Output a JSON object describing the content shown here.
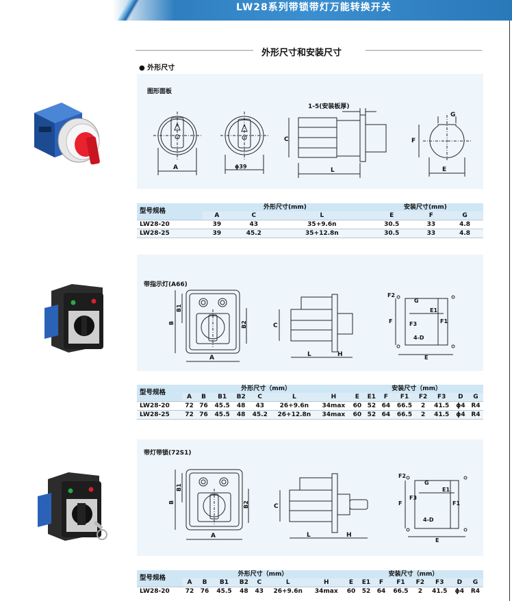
{
  "banner": {
    "title": "LW28系列带锁带灯万能转换开关"
  },
  "section": {
    "title": "外形尺寸和安装尺寸",
    "subtitle": "● 外形尺寸"
  },
  "panels": {
    "p1": {
      "label": "图形面板",
      "dims": [
        "1-5(安装板厚)",
        "G",
        "C",
        "F",
        "A",
        "ϕ39",
        "L",
        "E"
      ]
    },
    "p2": {
      "label": "带指示灯(A66)",
      "dims": [
        "B1",
        "B",
        "B2",
        "A",
        "C",
        "L",
        "H",
        "F2",
        "G",
        "E1",
        "F3",
        "F",
        "F1",
        "4-D",
        "E"
      ]
    },
    "p3": {
      "label": "带灯带锁(72S1)",
      "dims": [
        "B1",
        "B",
        "B2",
        "A",
        "C",
        "L",
        "H",
        "F2",
        "G",
        "E1",
        "F3",
        "F",
        "F1",
        "4-D",
        "E"
      ]
    }
  },
  "table1": {
    "model_header": "型号规格",
    "group1": "外形尺寸(mm)",
    "group2": "安装尺寸(mm)",
    "cols": [
      "A",
      "C",
      "L",
      "E",
      "F",
      "G"
    ],
    "rows": [
      [
        "LW28-20",
        "39",
        "43",
        "35+9.6n",
        "30.5",
        "33",
        "4.8"
      ],
      [
        "LW28-25",
        "39",
        "45.2",
        "35+12.8n",
        "30.5",
        "33",
        "4.8"
      ]
    ]
  },
  "table2": {
    "model_header": "型号规格",
    "group1": "外形尺寸（mm）",
    "group2": "安装尺寸（mm）",
    "cols": [
      "A",
      "B",
      "B1",
      "B2",
      "C",
      "L",
      "H",
      "E",
      "E1",
      "F",
      "F1",
      "F2",
      "F3",
      "D",
      "G"
    ],
    "rows": [
      [
        "LW28-20",
        "72",
        "76",
        "45.5",
        "48",
        "43",
        "26+9.6n",
        "34max",
        "60",
        "52",
        "64",
        "66.5",
        "2",
        "41.5",
        "ϕ4",
        "R4"
      ],
      [
        "LW28-25",
        "72",
        "76",
        "45.5",
        "48",
        "45.2",
        "26+12.8n",
        "34max",
        "60",
        "52",
        "64",
        "66.5",
        "2",
        "41.5",
        "ϕ4",
        "R4"
      ]
    ]
  },
  "table3": {
    "model_header": "型号规格",
    "group1": "外形尺寸（mm）",
    "group2": "安装尺寸（mm）",
    "cols": [
      "A",
      "B",
      "B1",
      "B2",
      "C",
      "L",
      "H",
      "E",
      "E1",
      "F",
      "F1",
      "F2",
      "F3",
      "D",
      "G"
    ],
    "rows": [
      [
        "LW28-20",
        "72",
        "76",
        "45.5",
        "48",
        "43",
        "26+9.6n",
        "34max",
        "60",
        "52",
        "64",
        "66.5",
        "2",
        "41.5",
        "ϕ4",
        "R4"
      ]
    ]
  },
  "colors": {
    "banner": "#2f7fc0",
    "header": "#cfe6f5",
    "panel": "#eef5fb",
    "switch_red": "#e8222e",
    "switch_blue": "#2a62b8"
  }
}
